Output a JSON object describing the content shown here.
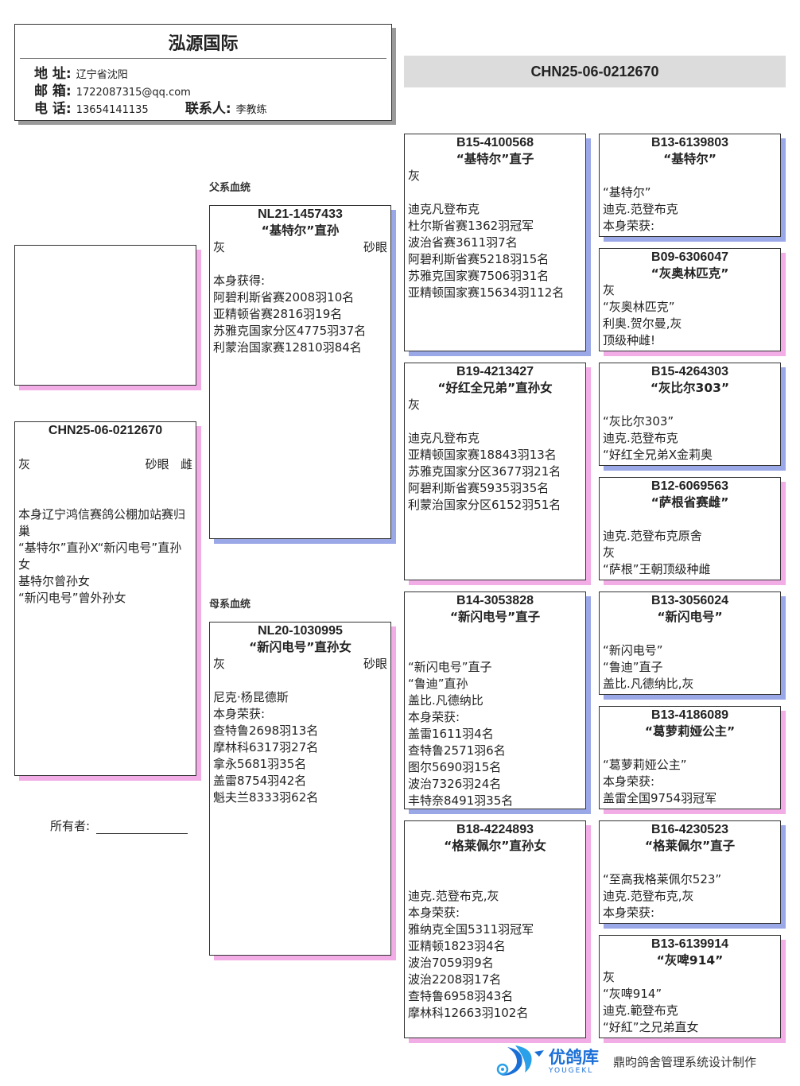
{
  "header": {
    "title": "泓源国际",
    "address_label": "地 址:",
    "address": "辽宁省沈阳",
    "email_label": "邮 箱:",
    "email": "1722087315@qq.com",
    "phone_label": "电 话:",
    "phone": "13654141135",
    "contact_label": "联系人:",
    "contact": "李教练"
  },
  "banner_ring": "CHN25-06-0212670",
  "subject": {
    "ring": "CHN25-06-0212670",
    "color": "灰",
    "eye": "砂眼",
    "sex": "雌",
    "lines": [
      "",
      "",
      "本身辽宁鸿信赛鸽公棚加站赛归巢",
      "“基特尔”直孙X“新闪电号”直孙女",
      "基特尔曾孙女",
      "“新闪电号”曾外孙女"
    ]
  },
  "owner_label": "所有者:",
  "sire_section": "父系血统",
  "dam_section": "母系血统",
  "sire": {
    "ring": "NL21-1457433",
    "name": "“基特尔”直孙",
    "color": "灰",
    "eye": "砂眼",
    "lines": [
      "",
      "本身获得:",
      "阿碧利斯省赛2008羽10名",
      "亚精顿省赛2816羽19名",
      "苏雅克国家分区4775羽37名",
      "利蒙治国家赛12810羽84名"
    ]
  },
  "dam": {
    "ring": "NL20-1030995",
    "name": "“新闪电号”直孙女",
    "color": "灰",
    "eye": "砂眼",
    "lines": [
      "",
      "尼克·杨昆德斯",
      "本身荣获:",
      "查特鲁2698羽13名",
      "摩林科6317羽27名",
      "拿永5681羽35名",
      "盖雷8754羽42名",
      "魁夫兰8333羽62名"
    ]
  },
  "gen3": [
    {
      "ring": "B15-4100568",
      "name": "“基特尔”直子",
      "lines": [
        "灰",
        "",
        "迪克凡登布克",
        "杜尔斯省赛1362羽冠军",
        "波治省赛3611羽7名",
        "阿碧利斯省赛5218羽15名",
        "苏雅克国家赛7506羽31名",
        "亚精顿国家赛15634羽112名"
      ]
    },
    {
      "ring": "B19-4213427",
      "name": "“好红全兄弟”直孙女",
      "lines": [
        "灰",
        "",
        "迪克凡登布克",
        "亚精顿国家赛18843羽13名",
        "苏雅克国家分区3677羽21名",
        "阿碧利斯省赛5935羽35名",
        "利蒙治国家分区6152羽51名"
      ]
    },
    {
      "ring": "B14-3053828",
      "name": "“新闪电号”直子",
      "lines": [
        "",
        "",
        "“新闪电号”直子",
        "“鲁迪”直孙",
        "盖比.凡德纳比",
        "本身荣获:",
        "盖雷1611羽4名",
        "查特鲁2571羽6名",
        "图尔5690羽15名",
        "波治7326羽24名",
        "丰特奈8491羽35名"
      ]
    },
    {
      "ring": "B18-4224893",
      "name": "“格莱佩尔”直孙女",
      "lines": [
        "",
        "",
        "迪克.范登布克,灰",
        "本身荣获:",
        "雅纳克全国5311羽冠军",
        "亚精顿1823羽4名",
        "波治7059羽9名",
        "波治2208羽17名",
        "查特鲁6958羽43名",
        "摩林科12663羽102名"
      ]
    }
  ],
  "gen4": [
    {
      "ring": "B13-6139803",
      "name": "“基特尔”",
      "lines": [
        "",
        "“基特尔”",
        "迪克.范登布克",
        "本身荣获:"
      ]
    },
    {
      "ring": "B09-6306047",
      "name": "“灰奥林匹克”",
      "lines": [
        "灰",
        "“灰奥林匹克”",
        "利奥.贺尔曼,灰",
        "顶级种雌!"
      ]
    },
    {
      "ring": "B15-4264303",
      "name": "“灰比尔303”",
      "lines": [
        "",
        "“灰比尔303”",
        "迪克.范登布克",
        "“好红全兄弟X金莉奥"
      ]
    },
    {
      "ring": "B12-6069563",
      "name": "“萨根省赛雌”",
      "lines": [
        "",
        "迪克.范登布克原舍",
        "灰",
        "“萨根”王朝顶级种雌"
      ]
    },
    {
      "ring": "B13-3056024",
      "name": "“新闪电号”",
      "lines": [
        "",
        "“新闪电号”",
        "“鲁迪”直子",
        "盖比.凡德纳比,灰"
      ]
    },
    {
      "ring": "B13-4186089",
      "name": "“葛萝莉娅公主”",
      "lines": [
        "",
        "“葛萝莉娅公主”",
        "本身荣获:",
        "盖雷全国9754羽冠军"
      ]
    },
    {
      "ring": "B16-4230523",
      "name": "“格莱佩尔”直子",
      "lines": [
        "",
        "“至高我格莱佩尔523”",
        "迪克.范登布克,灰",
        "本身荣获:"
      ]
    },
    {
      "ring": "B13-6139914",
      "name": "“灰啤914”",
      "lines": [
        "灰",
        "“灰啤914”",
        "迪克.範登布克",
        "“好紅”之兄弟直女"
      ]
    }
  ],
  "footer": {
    "brand_cn": "优鸽库",
    "brand_en": "YOUGEKL",
    "credit": "鼎昀鸽舍管理系统设计制作"
  },
  "colors": {
    "sire_shadow": "#9ba8e8",
    "dam_shadow": "#f2ace6",
    "banner_bg": "#dcdcdc",
    "brand": "#1a6fd6"
  }
}
